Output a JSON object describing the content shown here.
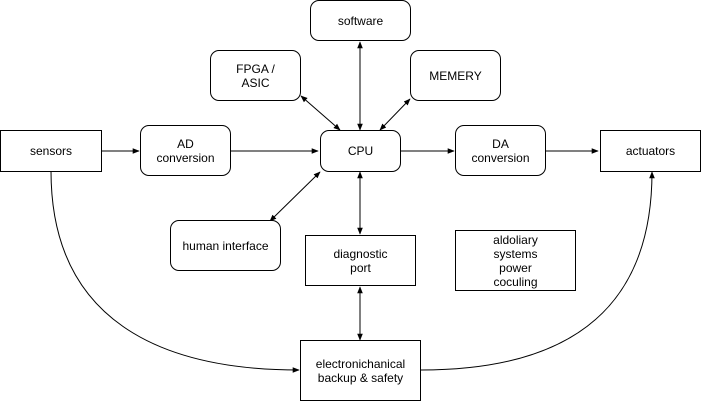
{
  "nodes": {
    "sensors": "sensors",
    "ad": "AD\nconversion",
    "cpu": "CPU",
    "da": "DA\nconversion",
    "actuators": "actuators",
    "software": "software",
    "fpga": "FPGA /\nASIC",
    "memory": "MEMERY",
    "human": "human interface",
    "diag": "diagnostic\nport",
    "aux": "aldoliary\nsystems\npower\ncoculing",
    "backup": "electronichanical\nbackup & safety"
  }
}
